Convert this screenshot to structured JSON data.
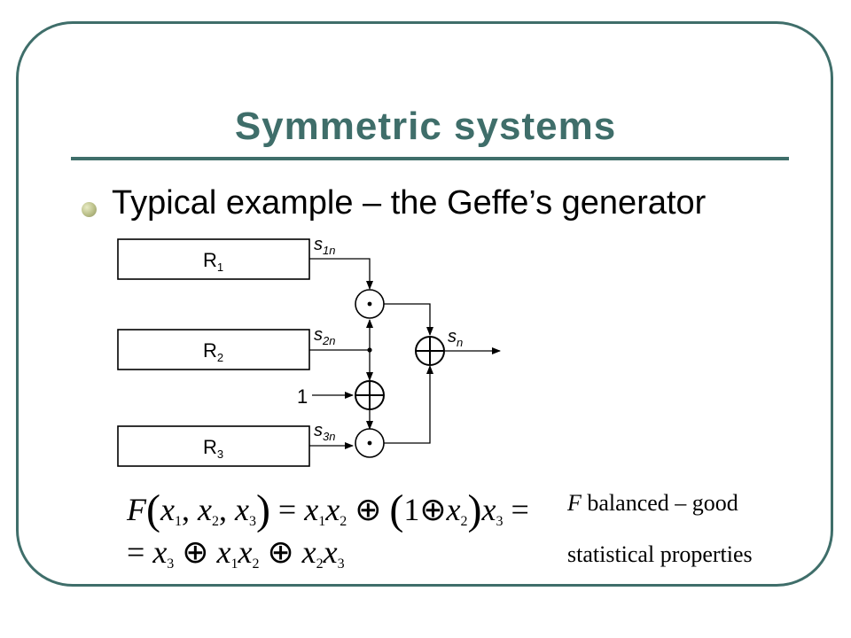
{
  "slide": {
    "title": "Symmetric systems",
    "bullet": "Typical example – the Geffe’s generator"
  },
  "diagram": {
    "registers": [
      "R",
      "R",
      "R"
    ],
    "register_subs": [
      "1",
      "2",
      "3"
    ],
    "signal_labels": [
      "s",
      "s",
      "s",
      "s"
    ],
    "signal_subs": [
      "1n",
      "2n",
      "3n",
      "n"
    ],
    "constant_input": "1",
    "and_symbol": "·",
    "xor_symbol": "⊕"
  },
  "formula": {
    "line1_F": "F",
    "line1_args": [
      "x",
      "x",
      "x"
    ],
    "line1_arg_subs": [
      "1",
      "2",
      "3"
    ],
    "line2_leading": "="
  },
  "note": {
    "line1": "balanced – good",
    "line1_var": "F",
    "line2": "statistical properties"
  },
  "colors": {
    "accent": "#3f6e6a",
    "bullet": "#b9be87"
  }
}
